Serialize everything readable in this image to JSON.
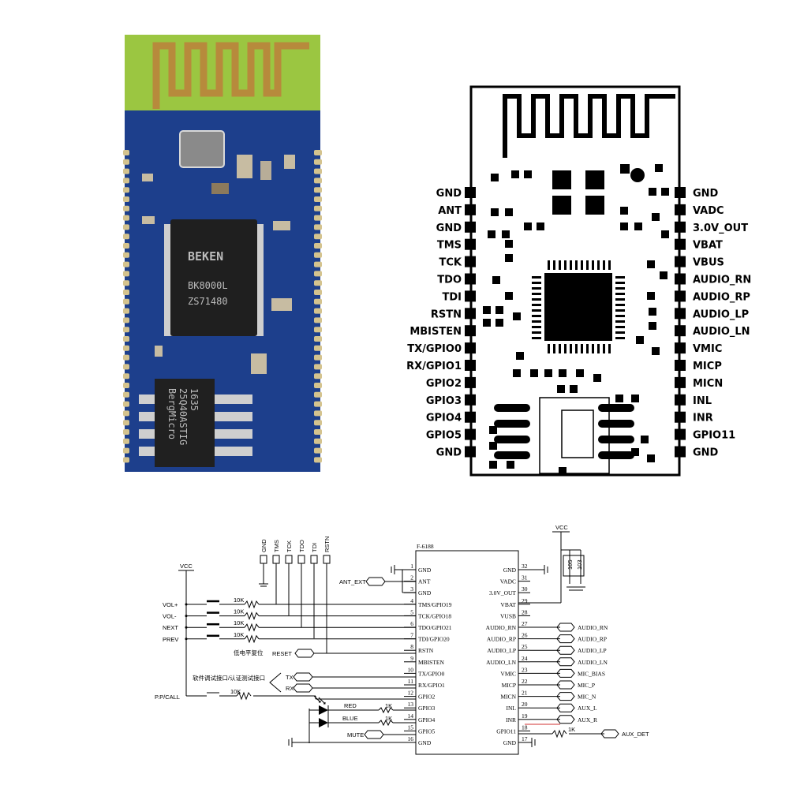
{
  "photo": {
    "chip_main": {
      "brand": "BEKEN",
      "line1": "BK8000L",
      "line2": "ZS71480"
    },
    "chip_flash": {
      "line1": "BergMicro",
      "line2": "25Q40ASTIG",
      "line3": "1635"
    }
  },
  "footprint": {
    "left_pins": [
      "GND",
      "ANT",
      "GND",
      "TMS",
      "TCK",
      "TDO",
      "TDI",
      "RSTN",
      "MBISTEN",
      "TX/GPIO0",
      "RX/GPIO1",
      "GPIO2",
      "GPIO3",
      "GPIO4",
      "GPIO5",
      "GND"
    ],
    "right_pins": [
      "GND",
      "VADC",
      "3.0V_OUT",
      "VBAT",
      "VBUS",
      "AUDIO_RN",
      "AUDIO_RP",
      "AUDIO_LP",
      "AUDIO_LN",
      "VMIC",
      "MICP",
      "MICN",
      "INL",
      "INR",
      "GPIO11",
      "GND"
    ]
  },
  "schematic": {
    "part": "F-6188",
    "vcc": "VCC",
    "left_pins": [
      {
        "num": "1",
        "name": "GND"
      },
      {
        "num": "2",
        "name": "ANT"
      },
      {
        "num": "3",
        "name": "GND"
      },
      {
        "num": "4",
        "name": "TMS/GPIO19"
      },
      {
        "num": "5",
        "name": "TCK/GPIO18"
      },
      {
        "num": "6",
        "name": "TDO/GPIO21"
      },
      {
        "num": "7",
        "name": "TDI/GPIO20"
      },
      {
        "num": "8",
        "name": "RSTN"
      },
      {
        "num": "9",
        "name": "MBISTEN"
      },
      {
        "num": "10",
        "name": "TX/GPIO0"
      },
      {
        "num": "11",
        "name": "RX/GPIO1"
      },
      {
        "num": "12",
        "name": "GPIO2"
      },
      {
        "num": "13",
        "name": "GPIO3"
      },
      {
        "num": "14",
        "name": "GPIO4"
      },
      {
        "num": "15",
        "name": "GPIO5"
      },
      {
        "num": "16",
        "name": "GND"
      }
    ],
    "right_pins": [
      {
        "num": "32",
        "name": "GND"
      },
      {
        "num": "31",
        "name": "VADC"
      },
      {
        "num": "30",
        "name": "3.0V_OUT"
      },
      {
        "num": "29",
        "name": "VBAT"
      },
      {
        "num": "28",
        "name": "VUSB"
      },
      {
        "num": "27",
        "name": "AUDIO_RN"
      },
      {
        "num": "26",
        "name": "AUDIO_RP"
      },
      {
        "num": "25",
        "name": "AUDIO_LP"
      },
      {
        "num": "24",
        "name": "AUDIO_LN"
      },
      {
        "num": "23",
        "name": "VMIC"
      },
      {
        "num": "22",
        "name": "MICP"
      },
      {
        "num": "21",
        "name": "MICN"
      },
      {
        "num": "20",
        "name": "INL"
      },
      {
        "num": "19",
        "name": "INR"
      },
      {
        "num": "18",
        "name": "GPIO11"
      },
      {
        "num": "17",
        "name": "GND"
      }
    ],
    "right_nets": [
      "AUDIO_RN",
      "AUDIO_RP",
      "AUDIO_LP",
      "AUDIO_LN",
      "MIC_BIAS",
      "MIC_P",
      "MIC_N",
      "AUX_L",
      "AUX_R"
    ],
    "aux_det": "AUX_DET",
    "aux_res": "1K",
    "ant_ext": "ANT_EXT",
    "test_pads": [
      "GND",
      "TMS",
      "TCK",
      "TDO",
      "TDI",
      "RSTN"
    ],
    "buttons": [
      "VOL+",
      "VOL-",
      "NEXT",
      "PREV"
    ],
    "resistor": "10K",
    "pp_call": "P.P/CALL",
    "reset": "RESET",
    "reset_note": "低电平复位",
    "uart_note": "软件调试接口/认证测试接口",
    "tx": "TX",
    "rx": "RX",
    "leds": [
      {
        "name": "RED",
        "res": "1K"
      },
      {
        "name": "BLUE",
        "res": "1K"
      }
    ],
    "mute": "MUTE",
    "caps": [
      "105",
      "103"
    ]
  }
}
